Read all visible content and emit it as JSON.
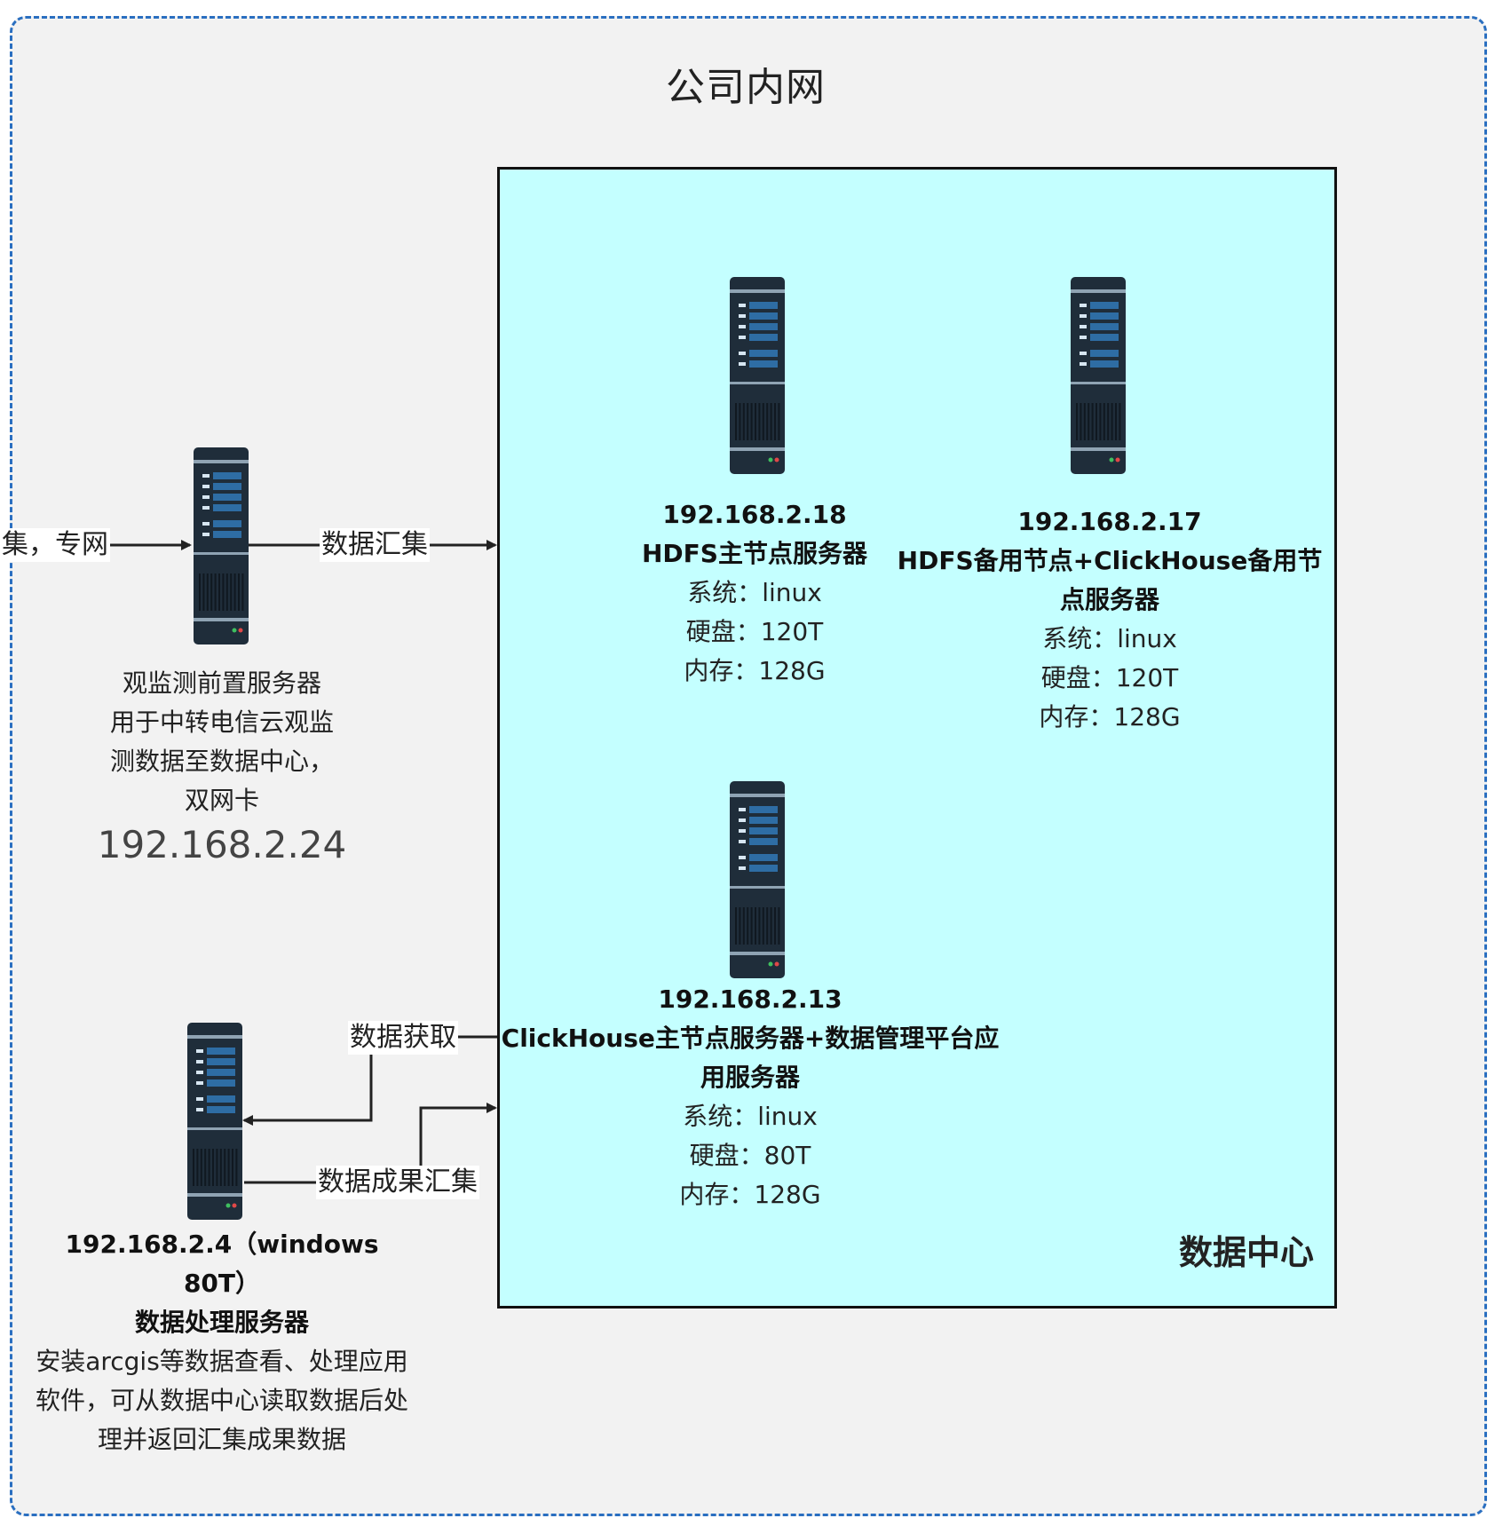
{
  "diagram": {
    "title": "公司内网",
    "datacenter_label": "数据中心",
    "external_label": "集，专网",
    "front_server": {
      "lines": [
        "观监测前置服务器",
        "用于中转电信云观监",
        "测数据至数据中心，",
        "双网卡"
      ],
      "ip": "192.168.2.24"
    },
    "hdfs_master": {
      "ip": "192.168.2.18",
      "name": "HDFS主节点服务器",
      "os": "系统：linux",
      "disk": "硬盘：120T",
      "mem": "内存：128G"
    },
    "hdfs_backup": {
      "ip": "192.168.2.17",
      "name": "HDFS备用节点+ClickHouse备用节点服务器",
      "os": "系统：linux",
      "disk": "硬盘：120T",
      "mem": "内存：128G"
    },
    "clickhouse_master": {
      "ip": "192.168.2.13",
      "name": "ClickHouse主节点服务器+数据管理平台应用服务器",
      "os": "系统：linux",
      "disk": "硬盘：80T",
      "mem": "内存：128G"
    },
    "processing_server": {
      "ip": "192.168.2.4（windows 80T）",
      "name": "数据处理服务器",
      "lines": [
        "安装arcgis等数据查看、处理应用",
        "软件，可从数据中心读取数据后处",
        "理并返回汇集成果数据"
      ]
    },
    "edges": {
      "collect": "数据汇集",
      "fetch": "数据获取",
      "result": "数据成果汇集"
    }
  }
}
